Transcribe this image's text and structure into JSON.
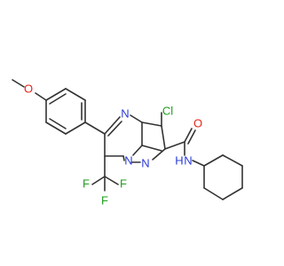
{
  "molecule": {
    "atoms": [
      {
        "id": "O1",
        "element": "O",
        "label": "O",
        "color": "#e8231b"
      },
      {
        "id": "N1",
        "element": "N",
        "label": "N",
        "color": "#2a3bd8"
      },
      {
        "id": "N2",
        "element": "N",
        "label": "N",
        "color": "#2a3bd8"
      },
      {
        "id": "N3",
        "element": "N",
        "label": "N",
        "color": "#2a3bd8"
      },
      {
        "id": "NH",
        "element": "N",
        "label": "H",
        "color": "#2a3bd8"
      },
      {
        "id": "Cl1",
        "element": "Cl",
        "label": "Cl",
        "color": "#1e9e1e"
      },
      {
        "id": "O2",
        "element": "O",
        "label": "O",
        "color": "#e8231b"
      },
      {
        "id": "F1",
        "element": "F",
        "label": "F",
        "color": "#1e9e1e"
      },
      {
        "id": "F2",
        "element": "F",
        "label": "F",
        "color": "#1e9e1e"
      },
      {
        "id": "F3",
        "element": "F",
        "label": "F",
        "color": "#1e9e1e"
      }
    ]
  }
}
